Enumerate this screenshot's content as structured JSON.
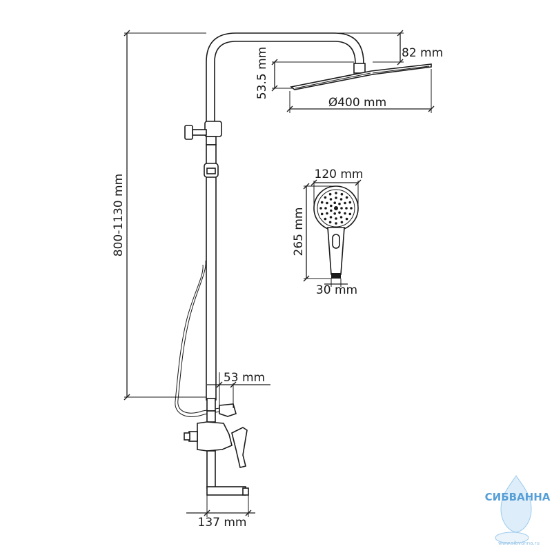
{
  "dimensions": {
    "rail_height": "800-1130 mm",
    "arm_drop": "82 mm",
    "head_thickness": "53.5 mm",
    "head_diameter": "Ø400 mm",
    "hand_width": "120 mm",
    "hand_length": "265 mm",
    "hand_handle": "30 mm",
    "wall_offset": "53 mm",
    "mixer_depth": "137 mm"
  },
  "logo": {
    "brand": "СИБВАННА",
    "site": "www.sibvanna.ru"
  },
  "colors": {
    "line": "#1a1a1a",
    "logo": "#3a8fd0"
  }
}
